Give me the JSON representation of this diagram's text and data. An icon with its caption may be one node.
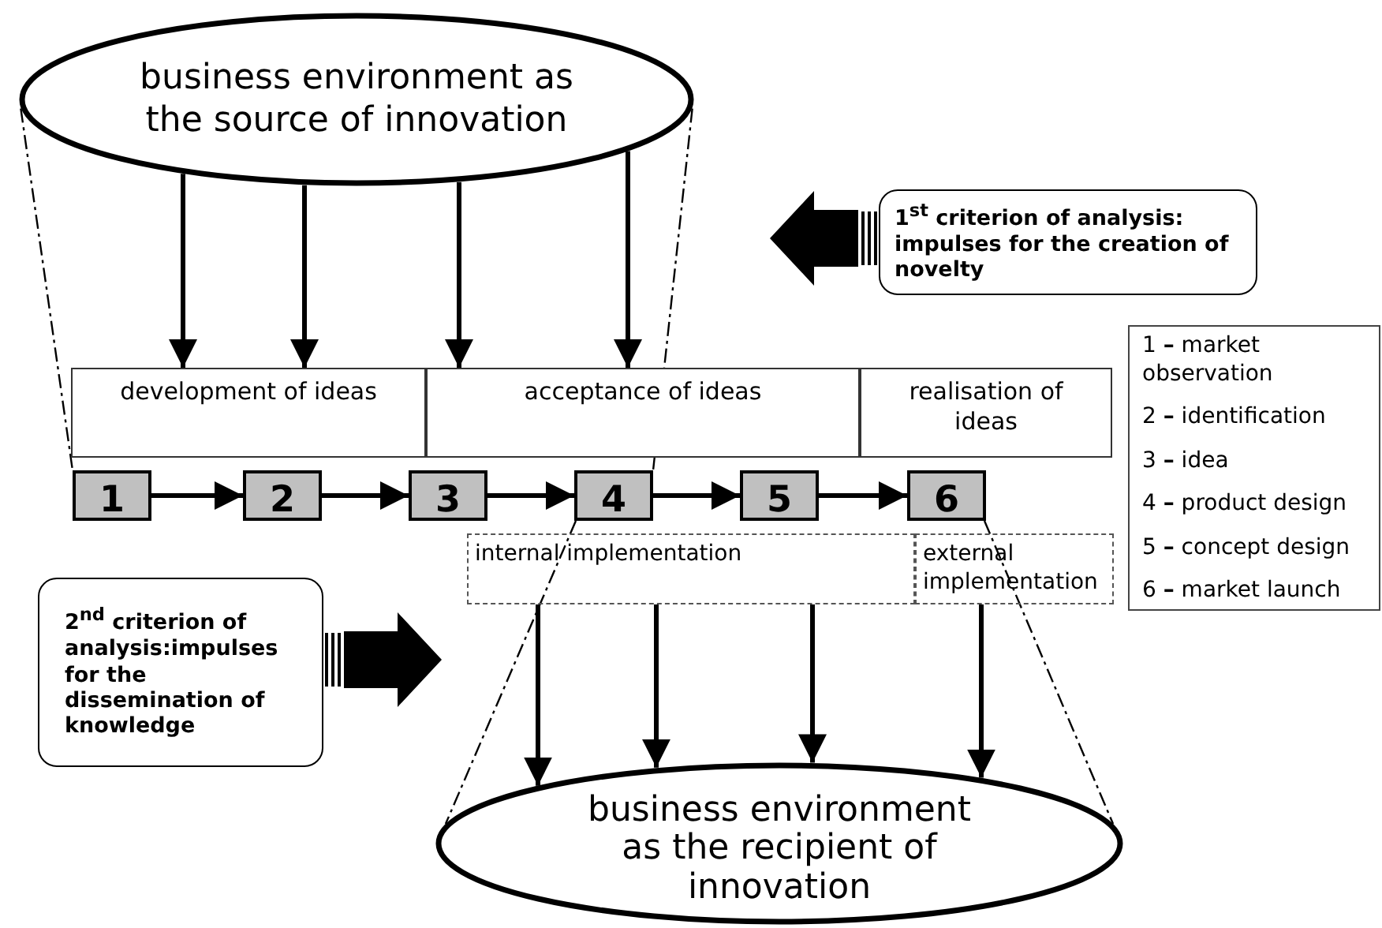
{
  "diagram": {
    "nodes": [
      {
        "text": [
          "business environment as the source of innovation"
        ]
      },
      {
        "text": [
          "1$^{st}$ criterion of analysis: impulses for the creation of novelty"
        ]
      },
      {
        "text": [
          "development of ideas"
        ]
      },
      {
        "text": [
          "acceptance of ideas"
        ]
      },
      {
        "text": [
          "realisation of ideas"
        ]
      },
      {
        "text": [
          "1"
        ]
      },
      {
        "text": [
          "2"
        ]
      },
      {
        "text": [
          "3"
        ]
      },
      {
        "text": [
          "4"
        ]
      },
      {
        "text": [
          "5"
        ]
      },
      {
        "text": [
          "6"
        ]
      },
      {
        "text": [
          "internal implementation"
        ]
      },
      {
        "text": [
          "external implementation"
        ]
      },
      {
        "text": [
          "1 **–** market observation",
          "2 **–** identification",
          "3 **–** idea",
          "4 **–** product design",
          "5 **–** concept design",
          "6 **–** market launch"
        ]
      },
      {
        "text": [
          "2$^{nd}$ criterion of analysis:impulses for the dissemination of knowledge"
        ]
      },
      {
        "text": [
          "business environment as the recipient of innovation"
        ]
      }
    ],
    "edges": [
      {
        "from": 0,
        "to": 2,
        "arrow": "to"
      },
      {
        "from": 0,
        "to": 2,
        "arrow": "to"
      },
      {
        "from": 0,
        "to": 3,
        "arrow": "to"
      },
      {
        "from": 0,
        "to": 3,
        "arrow": "to"
      },
      {
        "from": 5,
        "to": 6,
        "arrow": "to"
      },
      {
        "from": 6,
        "to": 7,
        "arrow": "to"
      },
      {
        "from": 7,
        "to": 8,
        "arrow": "to"
      },
      {
        "from": 8,
        "to": 9,
        "arrow": "to"
      },
      {
        "from": 9,
        "to": 10,
        "arrow": "to"
      },
      {
        "from": 1,
        "to": null,
        "arrow": "to",
        "style": "thick"
      },
      {
        "from": 14,
        "to": null,
        "arrow": "to",
        "style": "thick"
      },
      {
        "from": 11,
        "to": 15,
        "arrow": "to"
      },
      {
        "from": 11,
        "to": 15,
        "arrow": "to"
      },
      {
        "from": 11,
        "to": 15,
        "arrow": "to"
      },
      {
        "from": 12,
        "to": 15,
        "arrow": "to"
      }
    ]
  }
}
